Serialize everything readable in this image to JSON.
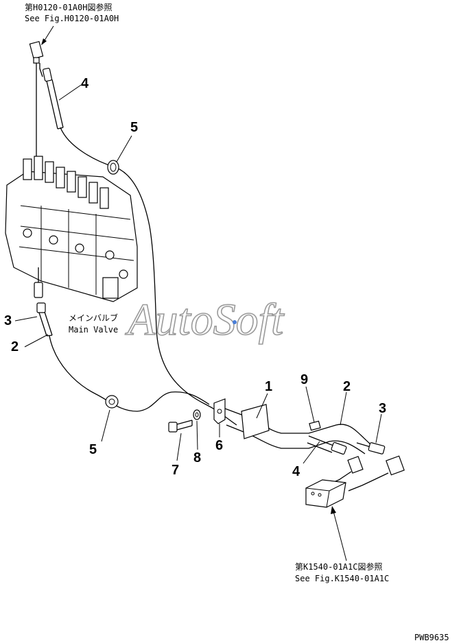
{
  "references": {
    "top_jp": "第H0120-01A0H図参照",
    "top_en": "See Fig.H0120-01A0H",
    "bottom_jp": "第K1540-01A1C図参照",
    "bottom_en": "See Fig.K1540-01A1C"
  },
  "valve_label": {
    "jp": "メインバルブ",
    "en": "Main Valve"
  },
  "callouts": {
    "c4_top": "4",
    "c5_top": "5",
    "c3_left": "3",
    "c2_left": "2",
    "c5_bottom": "5",
    "c1": "1",
    "c9": "9",
    "c2_right": "2",
    "c3_right": "3",
    "c4_right": "4",
    "c6": "6",
    "c7": "7",
    "c8": "8"
  },
  "watermark": "AutoSoft",
  "figure_code": "PWB9635"
}
